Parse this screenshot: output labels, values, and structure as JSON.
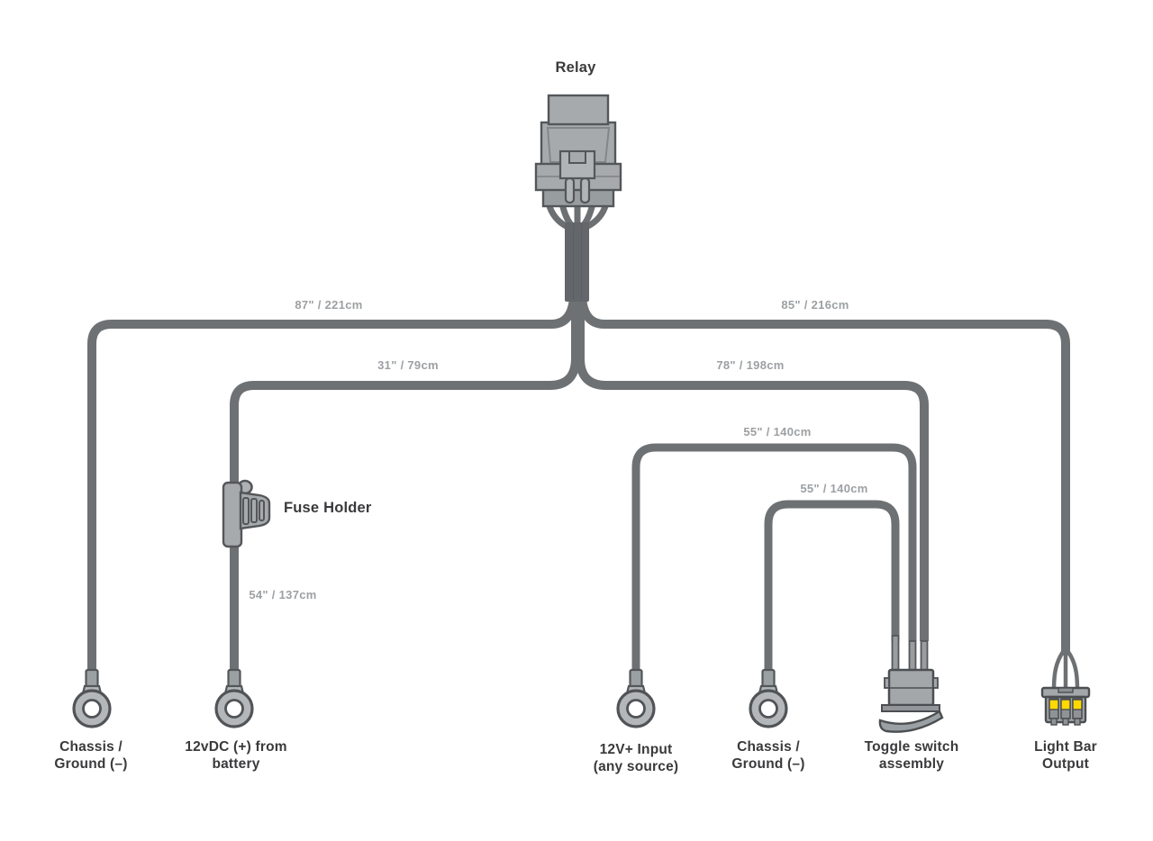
{
  "colors": {
    "wire": "#6e7173",
    "bundle": "#63666a",
    "component_fill": "#a6aaad",
    "component_outline": "#54575a",
    "terminal_ring": "#b3b7ba",
    "pin_highlight": "#ffd900",
    "label_text": "#3a3a3c",
    "measurement_text": "#9da0a3"
  },
  "relay": {
    "label": "Relay"
  },
  "fuse_holder": {
    "label": "Fuse Holder"
  },
  "measurements": {
    "ground_left": "87\" / 221cm",
    "light_bar": "85\" / 216cm",
    "battery_upper": "31\" / 79cm",
    "switch_feed": "78\" / 198cm",
    "input_loop": "55\" / 140cm",
    "ground_loop": "55\" / 140cm",
    "battery_lower": "54\" / 137cm"
  },
  "endpoints": {
    "chassis_ground_left": "Chassis /\nGround (–)",
    "battery": "12vDC (+) from\nbattery",
    "input_12v": "12V+ Input\n(any source)",
    "chassis_ground_right": "Chassis /\nGround (–)",
    "toggle_switch": "Toggle switch\nassembly",
    "light_bar_output": "Light Bar\nOutput"
  }
}
